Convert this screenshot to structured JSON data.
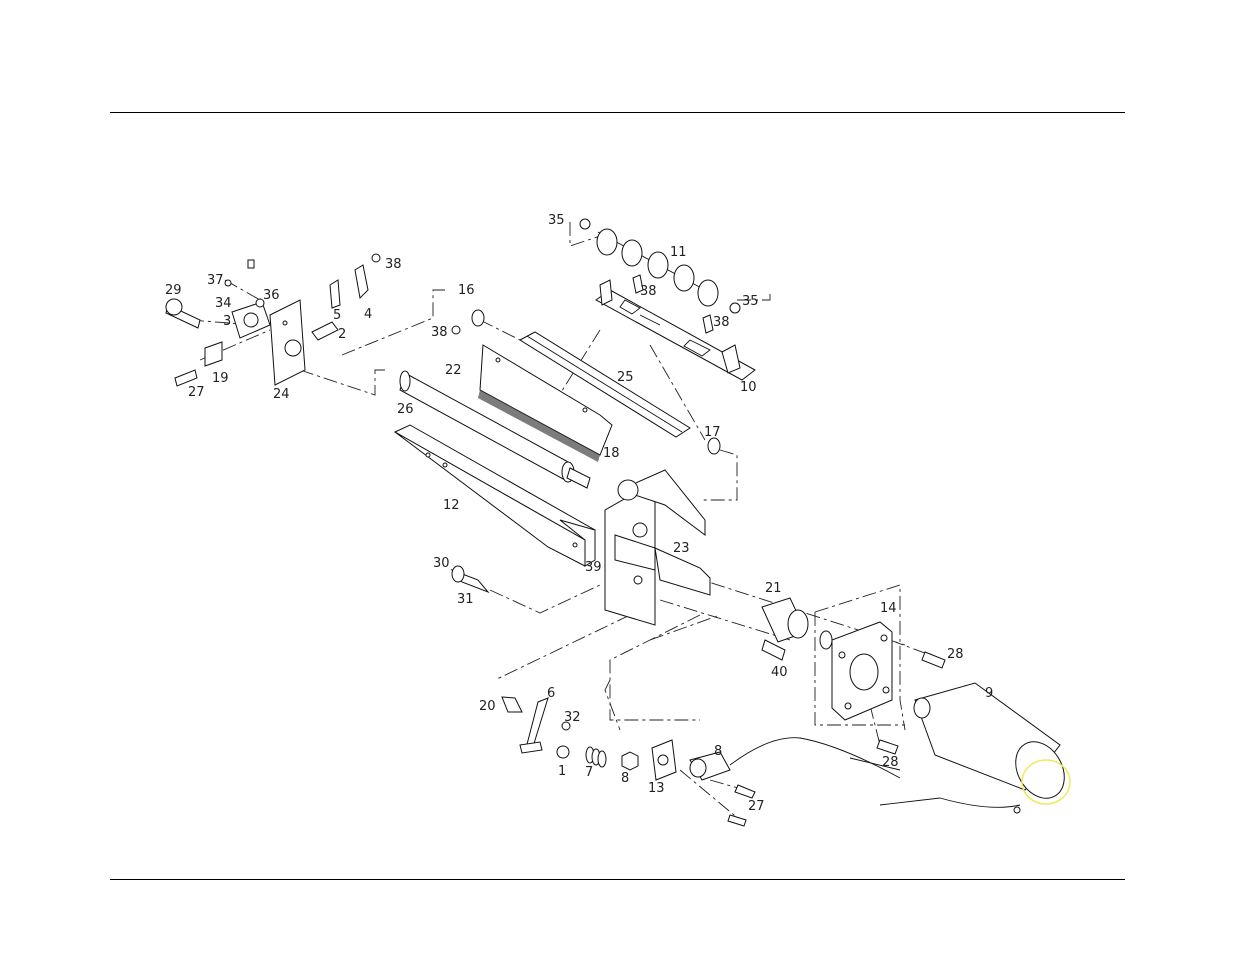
{
  "diagram": {
    "callouts": [
      {
        "id": "c35a",
        "text": "35"
      },
      {
        "id": "c11",
        "text": "11"
      },
      {
        "id": "c38a",
        "text": "38"
      },
      {
        "id": "c35b",
        "text": "35"
      },
      {
        "id": "c38b",
        "text": "38"
      },
      {
        "id": "c10",
        "text": "10"
      },
      {
        "id": "c38c",
        "text": "38"
      },
      {
        "id": "c4",
        "text": "4"
      },
      {
        "id": "c5",
        "text": "5"
      },
      {
        "id": "c37",
        "text": "37"
      },
      {
        "id": "c34",
        "text": "34"
      },
      {
        "id": "c36",
        "text": "36"
      },
      {
        "id": "c29",
        "text": "29"
      },
      {
        "id": "c3",
        "text": "3"
      },
      {
        "id": "c2",
        "text": "2"
      },
      {
        "id": "c19",
        "text": "19"
      },
      {
        "id": "c27a",
        "text": "27"
      },
      {
        "id": "c24",
        "text": "24"
      },
      {
        "id": "c16",
        "text": "16"
      },
      {
        "id": "c38d",
        "text": "38"
      },
      {
        "id": "c22",
        "text": "22"
      },
      {
        "id": "c25",
        "text": "25"
      },
      {
        "id": "c26",
        "text": "26"
      },
      {
        "id": "c18",
        "text": "18"
      },
      {
        "id": "c17",
        "text": "17"
      },
      {
        "id": "c12",
        "text": "12"
      },
      {
        "id": "c23",
        "text": "23"
      },
      {
        "id": "c30",
        "text": "30"
      },
      {
        "id": "c39",
        "text": "39"
      },
      {
        "id": "c31",
        "text": "31"
      },
      {
        "id": "c21",
        "text": "21"
      },
      {
        "id": "c14",
        "text": "14"
      },
      {
        "id": "c28a",
        "text": "28"
      },
      {
        "id": "c40",
        "text": "40"
      },
      {
        "id": "c9",
        "text": "9"
      },
      {
        "id": "c6",
        "text": "6"
      },
      {
        "id": "c20",
        "text": "20"
      },
      {
        "id": "c32",
        "text": "32"
      },
      {
        "id": "c8a",
        "text": "8"
      },
      {
        "id": "c1",
        "text": "1"
      },
      {
        "id": "c7",
        "text": "7"
      },
      {
        "id": "c8b",
        "text": "8"
      },
      {
        "id": "c13",
        "text": "13"
      },
      {
        "id": "c28b",
        "text": "28"
      },
      {
        "id": "c27b",
        "text": "27"
      }
    ],
    "highlight_color": "#f2e85a",
    "line_color": "#111111"
  }
}
